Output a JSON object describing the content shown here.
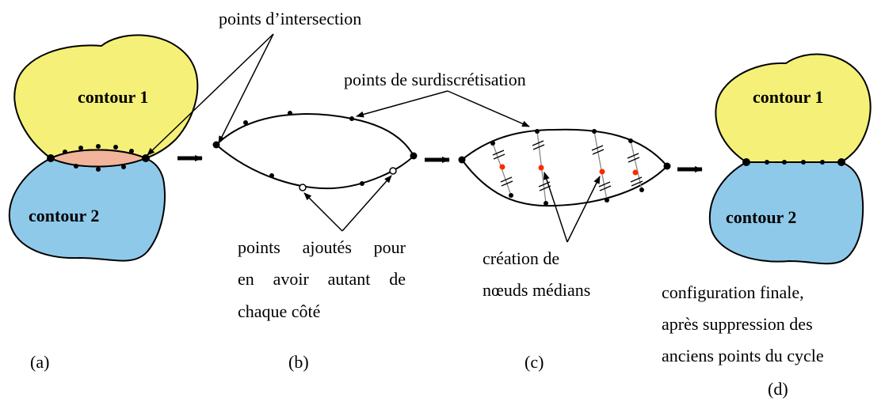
{
  "labels": {
    "intersection": "points d’intersection",
    "surdisc": "points de surdiscrétisation",
    "added": [
      "points ajoutés pour",
      "en avoir autant de",
      "chaque côté"
    ],
    "median": [
      "création de",
      "nœuds médians"
    ],
    "final": [
      "configuration finale,",
      "après suppression des",
      "anciens points du cycle"
    ],
    "contour1": "contour 1",
    "contour2": "contour 2",
    "panel_a": "(a)",
    "panel_b": "(b)",
    "panel_c": "(c)",
    "panel_d": "(d)"
  },
  "colors": {
    "contour1": "#f5f077",
    "contour2": "#8fc9ea",
    "overlap": "#f2b49a",
    "median_node": "#ff2a00"
  }
}
